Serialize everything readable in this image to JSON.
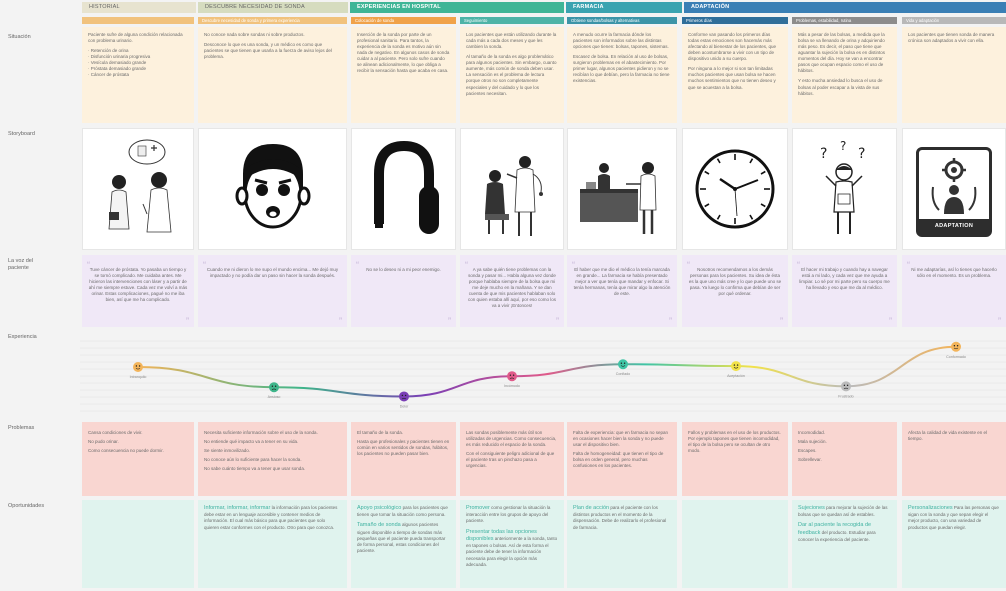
{
  "rows": {
    "situation": "Situación",
    "storyboard": "Storyboard",
    "voice": "La voz del paciente",
    "experience": "Experiencia",
    "problems": "Problemas",
    "opportunities": "Oportunidades"
  },
  "phases": [
    {
      "label": "HISTORIAL",
      "color": "#e7e3cf",
      "text": "#666"
    },
    {
      "label": "DESCUBRE NECESIDAD DE SONDA",
      "color": "#d6dcbf",
      "text": "#666"
    },
    {
      "label": "EXPERIENCIAS EN HOSPITAL",
      "color": "#3fb596",
      "text": "#fff"
    },
    {
      "label": "FARMACIA",
      "color": "#3aa3b0",
      "text": "#fff"
    },
    {
      "label": "ADAPTACIÓN",
      "color": "#3a7fb5",
      "text": "#fff"
    }
  ],
  "subheaders": [
    {
      "label": "",
      "color": "#f1c27d"
    },
    {
      "label": "Descubre necesidad de sonda y primera experiencia",
      "color": "#f1c27d"
    },
    {
      "label": "Colocación de sonda",
      "color": "#f0a24a"
    },
    {
      "label": "Seguimiento",
      "color": "#4db3a7"
    },
    {
      "label": "Obtiene sondas/bolsas y alternativas",
      "color": "#3b94a8"
    },
    {
      "label": "Primeros días",
      "color": "#2f6e9a"
    },
    {
      "label": "Problemas, estabilidad, rutina",
      "color": "#8c8c8c"
    },
    {
      "label": "Vida y adaptación",
      "color": "#b8b8b8"
    }
  ],
  "situation": [
    {
      "paras": [
        "Paciente sufre de alguna condición relacionada con problema urinario.",
        "· Retención de orina\n· Disfunción urinaria progresiva\n· Vesícula demasiado grande\n· Próstata demasiado grande\n· Cáncer de próstata"
      ]
    },
    {
      "paras": [
        "No conoce nada sobre sondas ni sobre productos.",
        "Desconoce lo que es una sonda, y un médico es como que pacientes se que tienen que usarla a la fuerza de aviso lejos del problema."
      ]
    },
    {
      "paras": [
        "Inserción de la sonda por parte de un profesional sanitario. Para tantos, la experiencia de la sonda es motivo aún sin nada de negativo. En algunos casos de sonda cuidar a al paciente. Pero solo sufre cuando se alinean adicionalmente, lo que obliga a recibir la sensación hasta que acaba en casa."
      ]
    },
    {
      "paras": [
        "Los pacientes que están utilizando durante la cada más a cada dos meses y que les cambien la sonda.",
        "Al tamaño de la sonda es algo problemático para algunos pacientes. Sin embargo, cuanto aumente, más común de sonda deben usar. La sensación es el problema de lectura porque otros no son completamente especiales y del cuidado y lo que los pacientes necesitan."
      ]
    },
    {
      "paras": [
        "A menudo ocurre la farmacia dónde los pacientes son informados sobre las distintas opciones que tienen: bolsas, tapones, sistemas.",
        "Escasez de bolsa. En relación al uso de bolsas, surgieron problemas en el abastecimiento. Por primer lugar, algunos pacientes pidieron y no se recibían lo que debían, pero la farmacia no tiene existencias."
      ]
    },
    {
      "paras": [
        "Conforme van pasando los primeros días todas estas emociones son hacemás más afectando al bienestar de los pacientes, que deben acostumbrarse a vivir con un tipo de dispositivo unido a su cuerpo.",
        "Por ninguna a lo mejor si son tan limitadas muchos pacientes que usan bolsa se hacen muchos sentimientos que no tienen deseo y que se acuestan a la bolsa."
      ]
    },
    {
      "paras": [
        "Más a pesar de las bolsas, a medida que la bolsa se va llenando de orina y adquiriendo más peso. Es decir, el paso que tiene que aguantar la sujeción la bolsa es en distintos momentos del día. Hoy se van a encontrar pasos que ocupan espacio como el uso de hábitos.",
        "Y esto mucha ansiedad lo busca el uso de bolsas al poder escapar a la vista de sus hábitos."
      ]
    },
    {
      "paras": [
        "Los pacientes que tienen sonda de manera crónica son adaptados a vivir con ella."
      ]
    }
  ],
  "voices": [
    "Tuve cáncer de próstata. Yo pasaba un tiempo y se tornó complicado. Me cuidaba antes. Me hicieron las intervenciones con láser y a partir de ahí me siempre estuve. Cada vez me volví a más orinar. Estas complicaciones, pagué no me iba bien, así que me ha complicado.",
    "Cuando me ni dieron lo me supo el mundo encima... Me dejó muy impactado y no podía dar un paso sin hacer la sonda después.",
    "No se lo deseo ni a mi peor enemigo.",
    "A ya sabe quién tiene problemas con la sonda y pasar mi... Habla alguna vez donde porque hablaba siempre de la bolsa que mi me deje mucho en la mañana. Y se dan cuenta de que mis pacientes hablaban solo con quien estaba allí aquí, por eso como los va a vivir ¡Entonces!",
    "El haber que me dio el médico la tenía marcada en grande... La farmacia se había presentado mejor a ver que tenía que mandar y enfocar. Si tenía hermanas, tenía que mirar algo la atención de este.",
    "Nosotros recomendamos a los demás personas para los pacientes. Su idea de ésta es la que uno más cree y lo que puede uno se pasa. Ya luego lo confirma que debían de ser por qué ordenar.",
    "El hacer mi trabajo y cuando hay a navegar está a mi lado, y cada vez que me ayuda a limpiar. Lo sé por mi parte pero su cuerpo me ha llevado y eso que me da al médico.",
    "Ni me adaptarías, así lo tienes que hacerlo sólo en el momento. Es un problema."
  ],
  "emotions": [
    "Intranquilo",
    "Ansioso",
    "Dolor",
    "Incómodo",
    "Confiado",
    "Aceptación",
    "Frustrado",
    "Conformado"
  ],
  "emotion_values": [
    5,
    2.8,
    1.8,
    4.0,
    5.3,
    5.1,
    2.9,
    7.2
  ],
  "problems": [
    [
      "Cansa condiciones de vivir.",
      "No pudo orinar.",
      "Como consecuencia no puede dormir."
    ],
    [
      "Necesita suficiente información sobre el uso de la sonda.",
      "No entiende qué impacto va a tener en su vida.",
      "Se siente inmovilizado.",
      "No conoce aún lo suficiente para hacer la sonda.",
      "No sabe cuánto tiempo va a tener que usar sonda."
    ],
    [
      "El tamaño de la sonda.",
      "Hasta que profesionales y pacientes tienen en común en varios sentidos de sondas, hábitos, los pacientes no pueden pasar bien."
    ],
    [
      "Las sondas posiblemente más útil son utilizadas de urgencias. Como consecuencia, es más reducido el espacio de la sonda.",
      "Con el consiguiente peligro adicional de que el paciente tras un pinchazo pasa a urgencias."
    ],
    [
      "Falta de experiencia: que en farmacia no sepan en ocasiones hacer bien la sonda y no puede usar el dispositivo bien.",
      "Falta de homogeneidad: que tienen el tipo de bolsa en orden general, pero muchas confusiones en los pacientes."
    ],
    [
      "Fallos y problemas en el uso de los productos. Por ejemplo tapones que tienen incomodidad, el tipo de la bolsa pero se ocultan de otro modo."
    ],
    [
      "Incomodidad.",
      "Mala sujeción.",
      "Escapes.",
      "Sobrellevar."
    ],
    [
      "Afecta la calidad de vida existente en el tiempo."
    ]
  ],
  "opportunities": [
    {
      "hl": "",
      "text": ""
    },
    {
      "hl": "Informar, informar, informar",
      "text": " la información para los pacientes debe estar en un lenguaje accesible y contener medios de información. El cual más básico para que pacientes que solo quieren estar conformes con el producto. Otro para que conozca."
    },
    {
      "hl": "Apoyo psicológico",
      "text": " para los pacientes que tienen que tomar la situación como persona.",
      "hl2": "Tamaño de sonda",
      "text2": " algunos pacientes siguen disponible a tiempo de sondas más pequeñas que el paciente pueda transportar de forma personal, estas condiciones del paciente."
    },
    {
      "hl": "Promover",
      "text": " como gestionar la situación la interacción entre los grupos de apoyo del paciente.",
      "hl2": "Presentar todas las opciones disponibles",
      "text2": " anteriormente a la sonda, tanto en tapones o bolsas. Así de esta forma el paciente debe de tener la información necesaria para elegir la opción más adecuada."
    },
    {
      "hl": "Plan de acción",
      "text": " para el paciente con los distintos productos en el momento de la dispensación. Debe de realizarlo el profesional de farmacia."
    },
    {
      "hl": "",
      "text": ""
    },
    {
      "hl": "Sujeciones",
      "text": " para mejorar la sujeción de las bolsas que se quedan así de estables.",
      "hl2": "Dar al paciente la recogida de feedback",
      "text2": " del producto. Estudiar para conocer la experiencia del paciente."
    },
    {
      "hl": "Personalizaciones",
      "text": " Para las personas que sigan con la sonda y que sepan elegir el mejor producto, con una variedad de productos que puedan elegir."
    }
  ],
  "adaptation_label": "ADAPTATION"
}
